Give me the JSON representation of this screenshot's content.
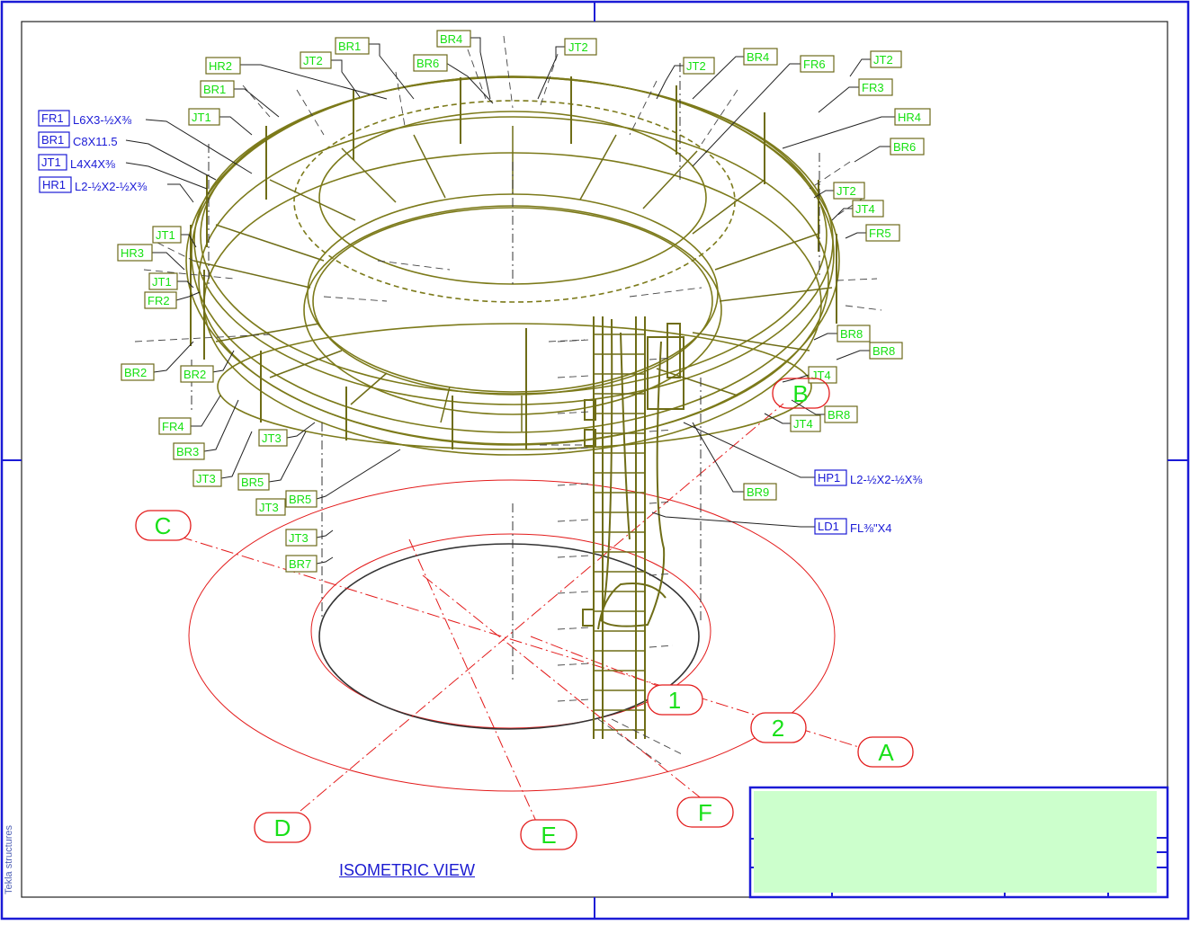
{
  "drawing": {
    "view_title": "ISOMETRIC VIEW",
    "software_note": "Tekla structures"
  },
  "colors": {
    "frame": "#1b1bd6",
    "steel": "#7c7a1a",
    "tag_text": "#16e010",
    "tag_box": "#6d6a1c",
    "spec_text": "#1a1ad6",
    "grid": "#e31b1b",
    "title_block_fill": "#ccffcc"
  },
  "legend": [
    {
      "mark": "FR1",
      "spec": "L6X3-½X⅜"
    },
    {
      "mark": "BR1",
      "spec": "C8X11.5"
    },
    {
      "mark": "JT1",
      "spec": "L4X4X⅜"
    },
    {
      "mark": "HR1",
      "spec": "L2-½X2-½X⅜"
    }
  ],
  "callouts_with_spec": [
    {
      "mark": "HP1",
      "spec": "L2-½X2-½X⅜"
    },
    {
      "mark": "LD1",
      "spec": "FL⅜\"X4"
    }
  ],
  "part_marks": {
    "m0": "BR1",
    "m1": "BR4",
    "m2": "JT2",
    "m3": "JT2",
    "m4": "BR6",
    "m5": "HR2",
    "m6": "BR1",
    "m7": "JT1",
    "m8": "JT2",
    "m9": "BR4",
    "m10": "FR6",
    "m11": "JT2",
    "m12": "FR3",
    "m13": "HR4",
    "m14": "BR6",
    "m15": "JT2",
    "m16": "JT4",
    "m17": "FR5",
    "m18": "JT1",
    "m19": "HR3",
    "m20": "JT1",
    "m21": "FR2",
    "m22": "BR2",
    "m23": "BR2",
    "m24": "BR8",
    "m25": "BR8",
    "m26": "JT4",
    "m27": "BR8",
    "m28": "JT4",
    "m29": "FR4",
    "m30": "BR3",
    "m31": "JT3",
    "m32": "JT3",
    "m33": "BR5",
    "m34": "BR5",
    "m35": "JT3",
    "m36": "JT3",
    "m37": "BR7",
    "m38": "BR9"
  },
  "grid_labels": {
    "A": "A",
    "B": "B",
    "C": "C",
    "D": "D",
    "E": "E",
    "F": "F",
    "one": "1",
    "two": "2"
  }
}
